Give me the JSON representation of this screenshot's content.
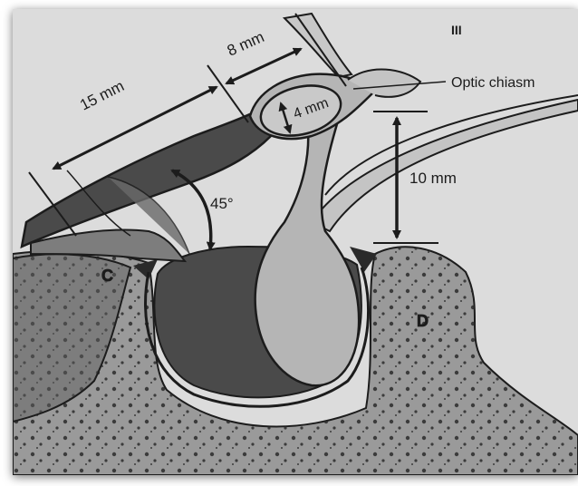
{
  "figure": {
    "panel_label": "III",
    "labels": {
      "optic_chiasm": "Optic chiasm",
      "region_c": "C",
      "region_d": "D"
    },
    "measurements": {
      "nerve_length": "15 mm",
      "chiasm_offset": "8 mm",
      "chiasm_thickness": "4 mm",
      "chiasm_height": "10 mm",
      "angle": "45°"
    }
  },
  "colors": {
    "paper": "#dcdcdc",
    "line": "#1c1c1c",
    "dark_fill": "#4a4a4a",
    "mid_fill": "#7d7d7d",
    "light_fill": "#b5b5b5",
    "bone": "#9a9a9a"
  }
}
